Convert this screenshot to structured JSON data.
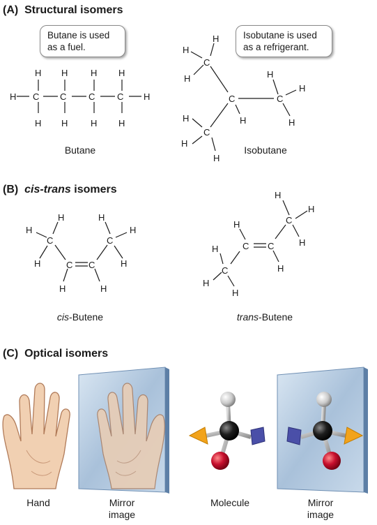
{
  "sections": {
    "a": {
      "label": "(A)",
      "title": "Structural isomers"
    },
    "b": {
      "label": "(B)",
      "title_italic": "cis-trans",
      "title_rest": " isomers"
    },
    "c": {
      "label": "(C)",
      "title": "Optical isomers"
    }
  },
  "bubbles": {
    "butane": [
      "Butane is used",
      "as a fuel."
    ],
    "isobutane": [
      "Isobutane is used",
      "as a refrigerant."
    ]
  },
  "captions": {
    "butane": "Butane",
    "isobutane": "Isobutane",
    "cis_italic": "cis",
    "cis_rest": "-Butene",
    "trans_italic": "trans",
    "trans_rest": "-Butene",
    "hand": "Hand",
    "mirror1": [
      "Mirror",
      "image"
    ],
    "molecule": "Molecule",
    "mirror2": [
      "Mirror",
      "image"
    ]
  },
  "atoms": {
    "carbon": "C",
    "hydrogen": "H"
  },
  "colors": {
    "mirror_glass": "#b9cde0",
    "mirror_edge": "#6f8fb3",
    "skin": "#f1d0b2",
    "red_atom": "#c8102e",
    "gray_atom": "#c9c9c9",
    "blue_atom": "#4a4fa8",
    "orange_atom": "#f2a31b"
  }
}
